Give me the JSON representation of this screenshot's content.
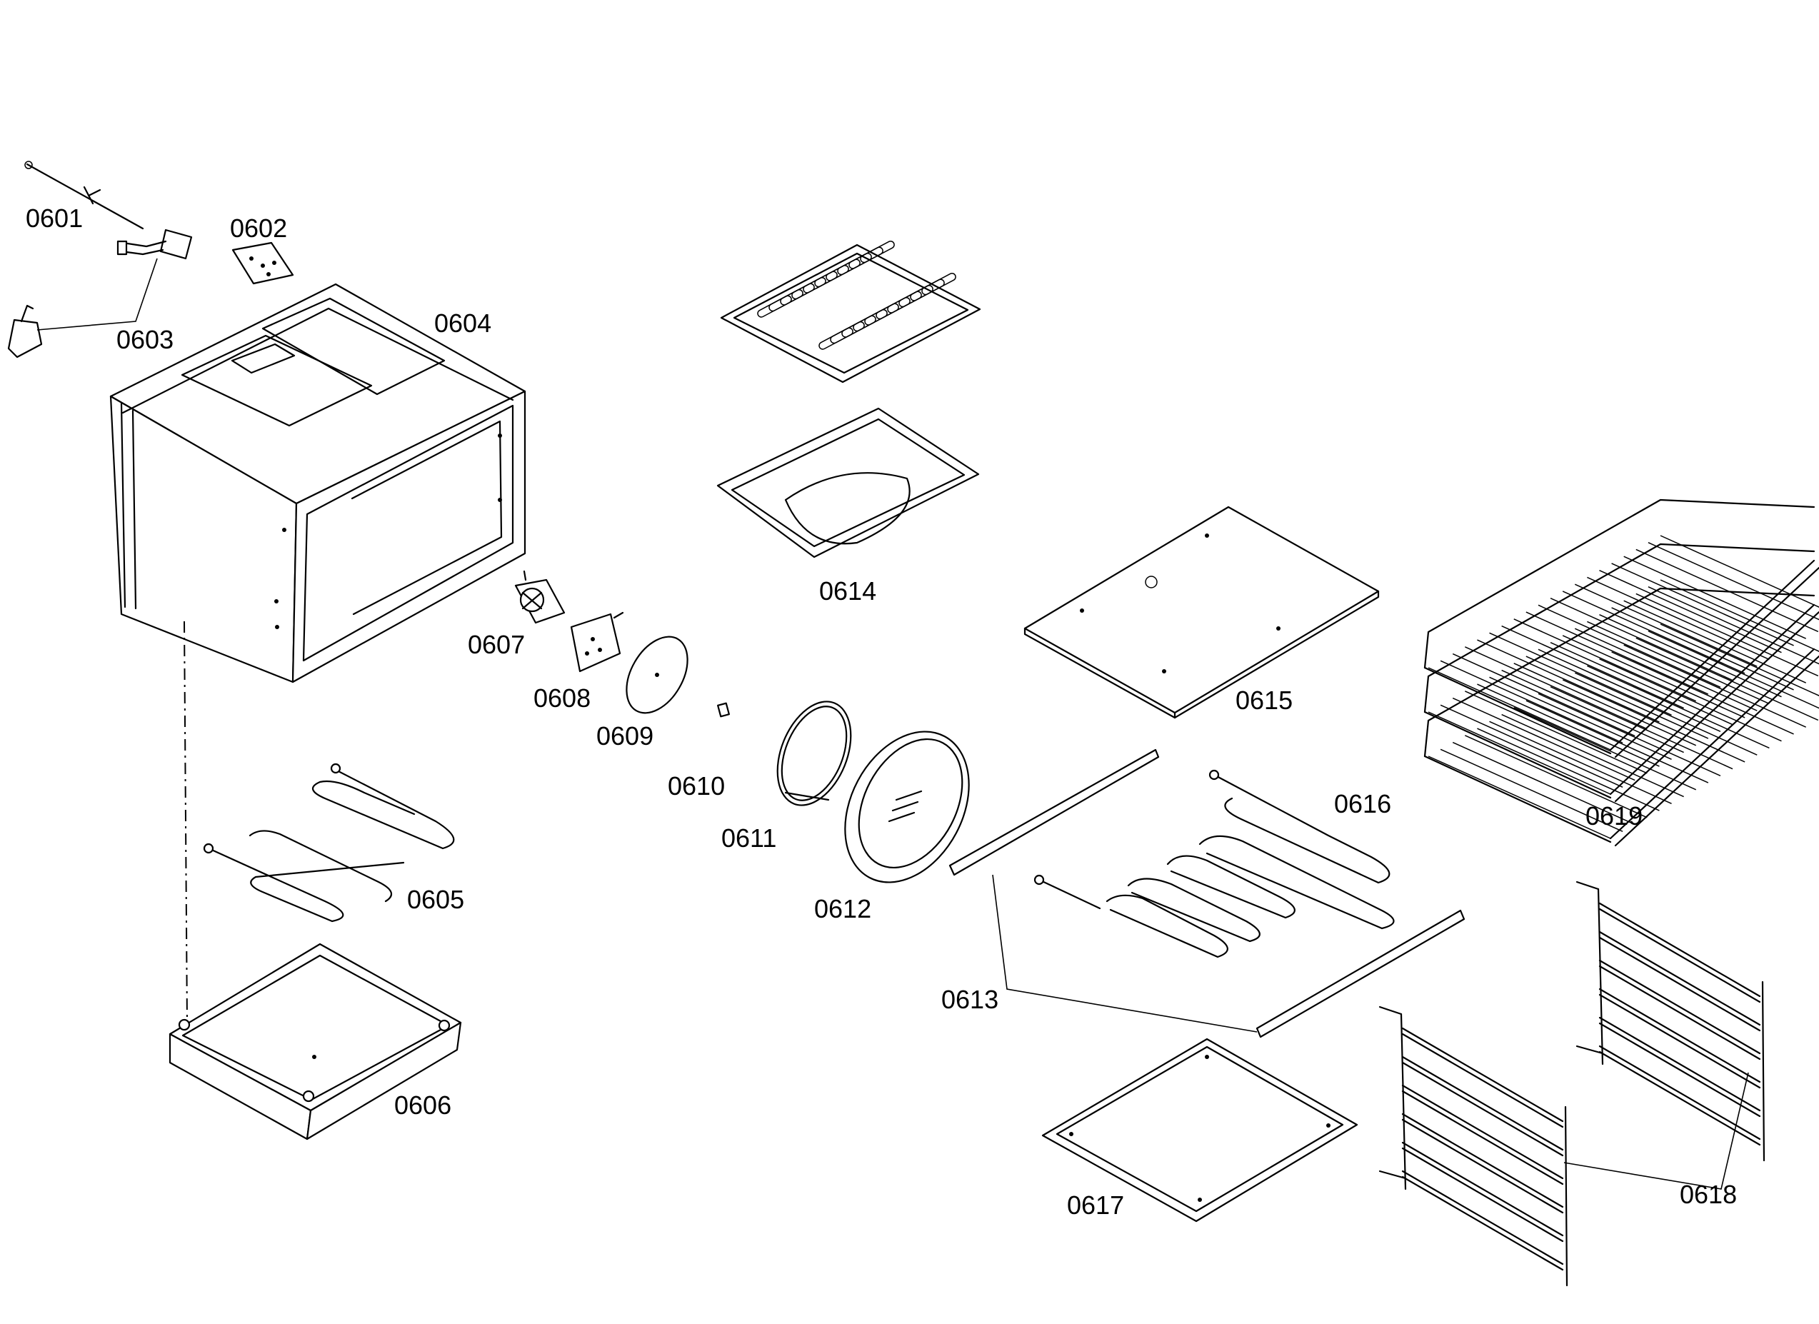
{
  "parts": [
    {
      "id": "0601"
    },
    {
      "id": "0602"
    },
    {
      "id": "0603"
    },
    {
      "id": "0604"
    },
    {
      "id": "0605"
    },
    {
      "id": "0606"
    },
    {
      "id": "0607"
    },
    {
      "id": "0608"
    },
    {
      "id": "0609"
    },
    {
      "id": "0610"
    },
    {
      "id": "0611"
    },
    {
      "id": "0612"
    },
    {
      "id": "0613"
    },
    {
      "id": "0614"
    },
    {
      "id": "0615"
    },
    {
      "id": "0616"
    },
    {
      "id": "0617"
    },
    {
      "id": "0618"
    },
    {
      "id": "0619"
    }
  ]
}
